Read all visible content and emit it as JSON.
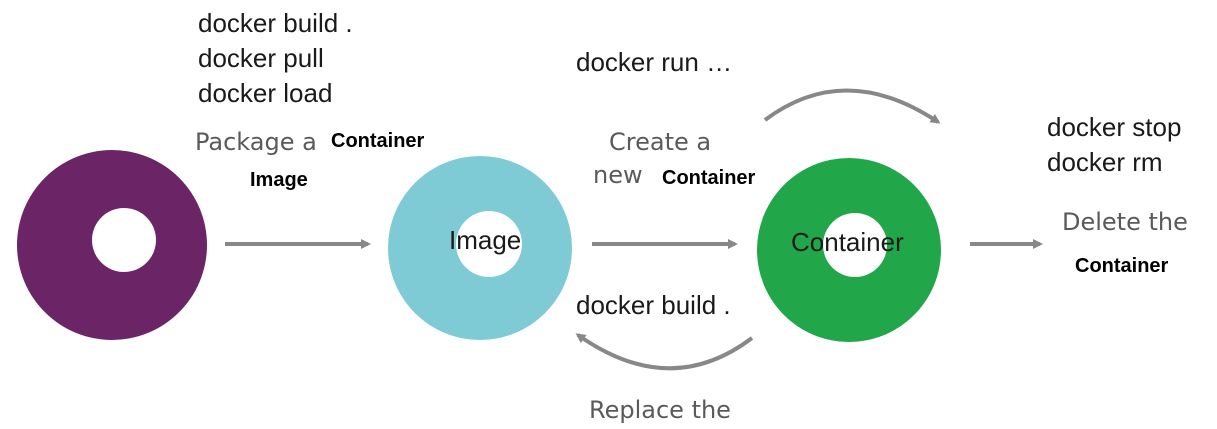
{
  "commands": {
    "build_pull_load": [
      "docker build .",
      "docker pull",
      "docker load"
    ],
    "run": "docker run …",
    "stop_rm": [
      "docker stop",
      "docker rm"
    ],
    "rebuild": "docker build ."
  },
  "labels": {
    "package_prefix": "Package a",
    "package_container": "Container",
    "package_image": "Image",
    "create_line1": "Create a",
    "create_line2_prefix": "new",
    "create_container": "Container",
    "delete_prefix": "Delete the",
    "delete_container": "Container",
    "replace": "Replace the"
  },
  "nodes": {
    "image": "Image",
    "container": "Container"
  },
  "colors": {
    "source_ring": "#6b2466",
    "image_ring": "#7ecbd6",
    "container_ring": "#21a64a",
    "arrow": "#888888"
  }
}
